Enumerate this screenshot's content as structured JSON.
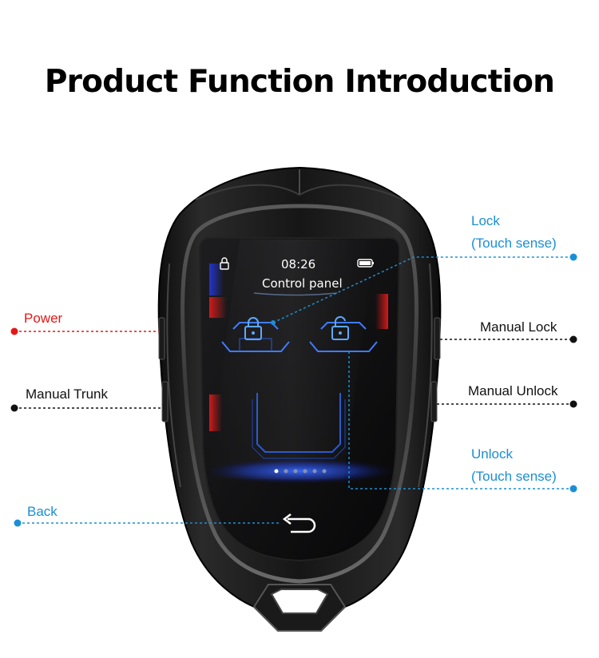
{
  "title": "Product Function Introduction",
  "screen": {
    "time": "08:26",
    "panel_title": "Control panel",
    "page_dots": 6,
    "active_dot": 1
  },
  "callouts": {
    "lock": {
      "line1": "Lock",
      "line2": "(Touch sense)",
      "color": "#1a8fd6"
    },
    "unlock": {
      "line1": "Unlock",
      "line2": "(Touch sense)",
      "color": "#1a8fd6"
    },
    "back": {
      "label": "Back",
      "color": "#1a8fd6"
    },
    "power": {
      "label": "Power",
      "color": "#e61717"
    },
    "manual_trunk": {
      "label": "Manual Trunk",
      "color": "#111111"
    },
    "manual_lock": {
      "label": "Manual Lock",
      "color": "#111111"
    },
    "manual_unlock": {
      "label": "Manual Unlock",
      "color": "#111111"
    }
  },
  "icons": [
    "lock-icon",
    "unlock-icon",
    "battery-icon",
    "back-arrow-icon"
  ]
}
